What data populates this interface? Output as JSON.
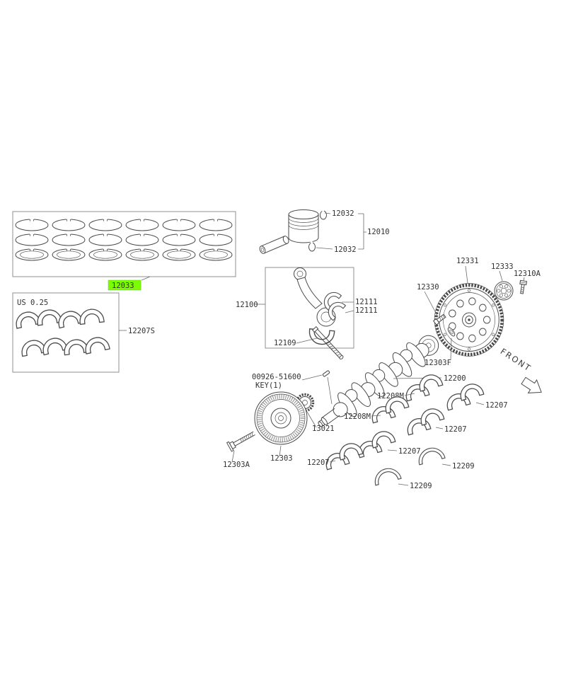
{
  "colors": {
    "highlight": "#7cfc00"
  },
  "labels": {
    "ring_set": "12033",
    "bearing_size_note": "US 0.25",
    "bearing_set": "12207S",
    "snap_ring_top": "12032",
    "piston_assembly": "12010",
    "snap_ring_bottom": "12032",
    "connecting_rod": "12100",
    "rod_bearing_upper": "12111",
    "rod_bearing_lower": "12111",
    "rod_bolt": "12109",
    "crank_key_no": "00926-51600",
    "crank_key_name": "KEY(1)",
    "sprocket": "13021",
    "pulley": "12303",
    "pulley_bolt": "12303A",
    "crankshaft": "12200",
    "flywheel": "12331",
    "drive_plate": "12333",
    "flywheel_bolt": "12310A",
    "pilot_bolt": "12330",
    "rear_washer": "12303F",
    "front_marker": "FRONT",
    "main_bearing_upper_1": "12208M",
    "main_bearing_upper_2": "12208M",
    "main_bearing_1": "12207",
    "main_bearing_2": "12207",
    "main_bearing_3": "12207",
    "main_bearing_4": "12207",
    "thrust_washer_1": "12209",
    "thrust_washer_2": "12209"
  }
}
